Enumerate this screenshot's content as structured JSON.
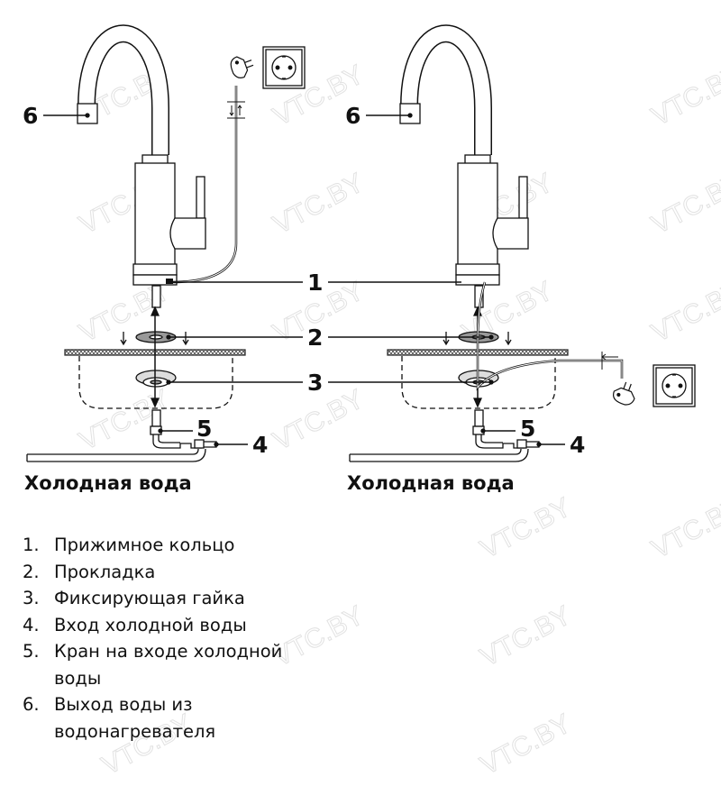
{
  "watermark": "VTC.BY",
  "callouts": [
    "1",
    "2",
    "3",
    "4",
    "5",
    "6"
  ],
  "captions": {
    "left": "Холодная вода",
    "right": "Холодная вода"
  },
  "legend": [
    {
      "num": "1.",
      "text": "Прижимное кольцо"
    },
    {
      "num": "2.",
      "text": "Прокладка"
    },
    {
      "num": "3.",
      "text": "Фиксирующая гайка"
    },
    {
      "num": "4.",
      "text": "Вход холодной воды"
    },
    {
      "num": "5.",
      "text": "Кран на входе холодной воды"
    },
    {
      "num": "6.",
      "text": "Выход воды из водонагревателя"
    }
  ]
}
